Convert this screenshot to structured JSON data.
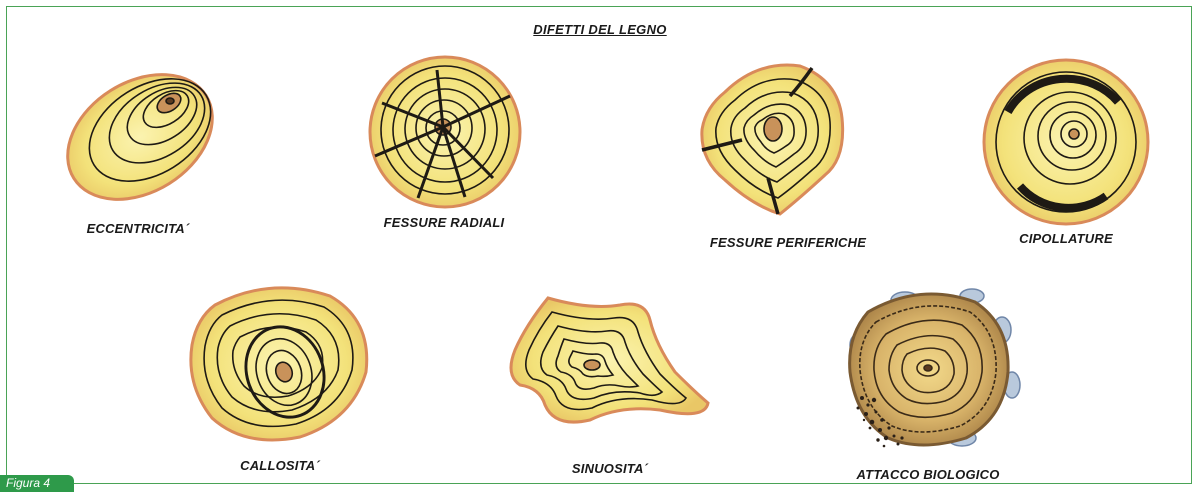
{
  "title": "DIFETTI DEL LEGNO",
  "figure_label": "Figura 4",
  "colors": {
    "wood_fill": "#f3e27a",
    "wood_edge": "#d98a5a",
    "ring": "#1e1a14",
    "frame": "#4aa356",
    "badge": "#2e9a4a",
    "decay": "#c9a25a",
    "mold": "#8fa7c4"
  },
  "defects": [
    {
      "id": "eccentricita",
      "label": "ECCENTRICITA´"
    },
    {
      "id": "fessure-radiali",
      "label": "FESSURE RADIALI"
    },
    {
      "id": "fessure-periferiche",
      "label": "FESSURE PERIFERICHE"
    },
    {
      "id": "cipollature",
      "label": "CIPOLLATURE"
    },
    {
      "id": "callosita",
      "label": "CALLOSITA´"
    },
    {
      "id": "sinuosita",
      "label": "SINUOSITA´"
    },
    {
      "id": "attacco-biologico",
      "label": "ATTACCO BIOLOGICO"
    }
  ]
}
